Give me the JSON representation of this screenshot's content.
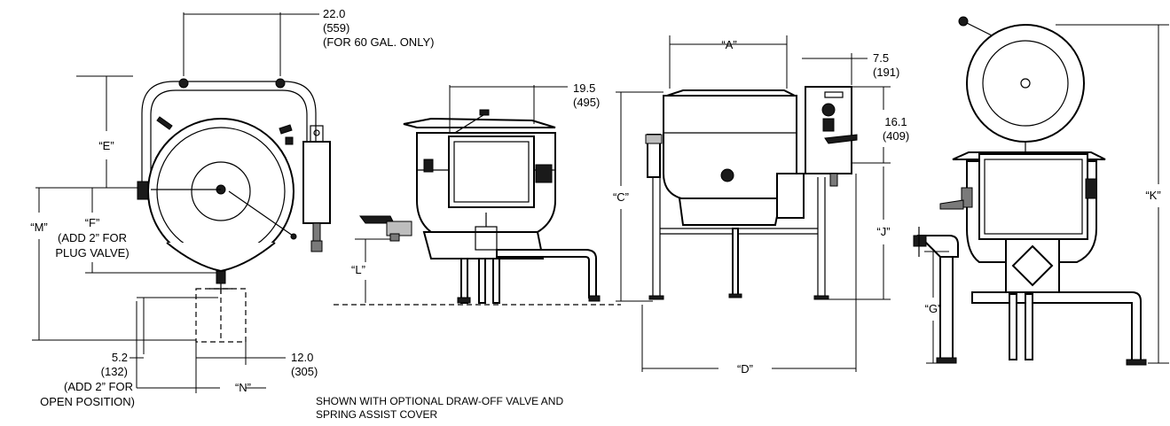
{
  "top_view": {
    "dim_22": "22.0",
    "dim_22_mm": "(559)",
    "dim_22_note": "(FOR 60 GAL. ONLY)",
    "label_e": "“E”",
    "label_m": "“M”",
    "label_f": "“F”",
    "note_f_1": "(ADD 2” FOR",
    "note_f_2": "PLUG VALVE)",
    "dim_5_2": "5.2",
    "dim_5_2_mm": "(132)",
    "note_52_1": "(ADD 2” FOR",
    "note_52_2": "OPEN POSITION)",
    "dim_12": "12.0",
    "dim_12_mm": "(305)",
    "label_n": "“N”"
  },
  "side_view": {
    "dim_19_5": "19.5",
    "dim_19_5_mm": "(495)",
    "label_l": "“L”",
    "caption_1": "SHOWN WITH OPTIONAL DRAW-OFF VALVE AND",
    "caption_2": "SPRING ASSIST COVER"
  },
  "front_view": {
    "label_a": "“A”",
    "dim_7_5": "7.5",
    "dim_7_5_mm": "(191)",
    "dim_16_1": "16.1",
    "dim_16_1_mm": "(409)",
    "label_c": "“C”",
    "label_j": "“J”",
    "label_d": "“D”"
  },
  "right_view": {
    "label_k": "“K”",
    "label_g": "“G”"
  }
}
